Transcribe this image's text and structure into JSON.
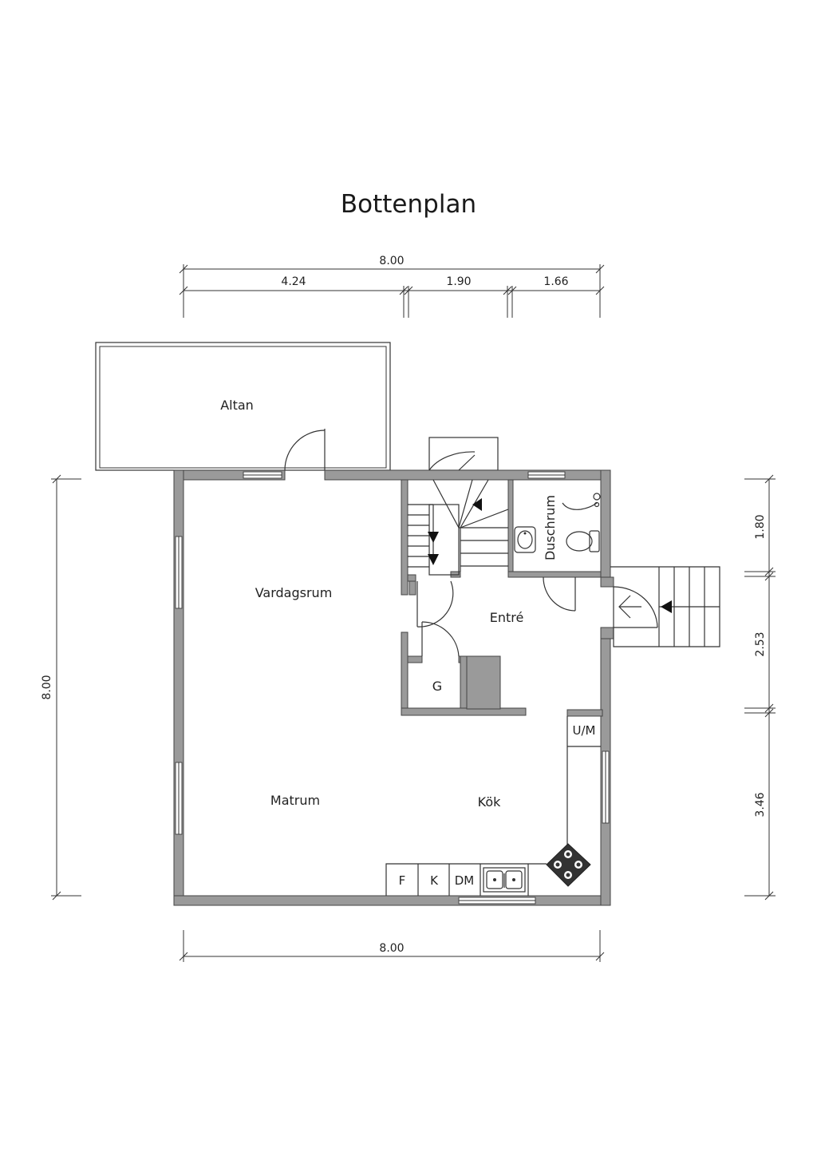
{
  "title": "Bottenplan",
  "rooms": {
    "altan": "Altan",
    "vardagsrum": "Vardagsrum",
    "duschrum": "Duschrum",
    "entre": "Entré",
    "g": "G",
    "matrum": "Matrum",
    "kok": "Kök"
  },
  "fixtures": {
    "um": "U/M",
    "f": "F",
    "k": "K",
    "dm": "DM"
  },
  "dimensions": {
    "top_total": "8.00",
    "top_a": "4.24",
    "top_b": "1.90",
    "top_c": "1.66",
    "bottom_total": "8.00",
    "left_total": "8.00",
    "right_a": "1.80",
    "right_b": "2.53",
    "right_c": "3.46"
  },
  "colors": {
    "wall": "#9a9a9a",
    "line": "#333333"
  }
}
